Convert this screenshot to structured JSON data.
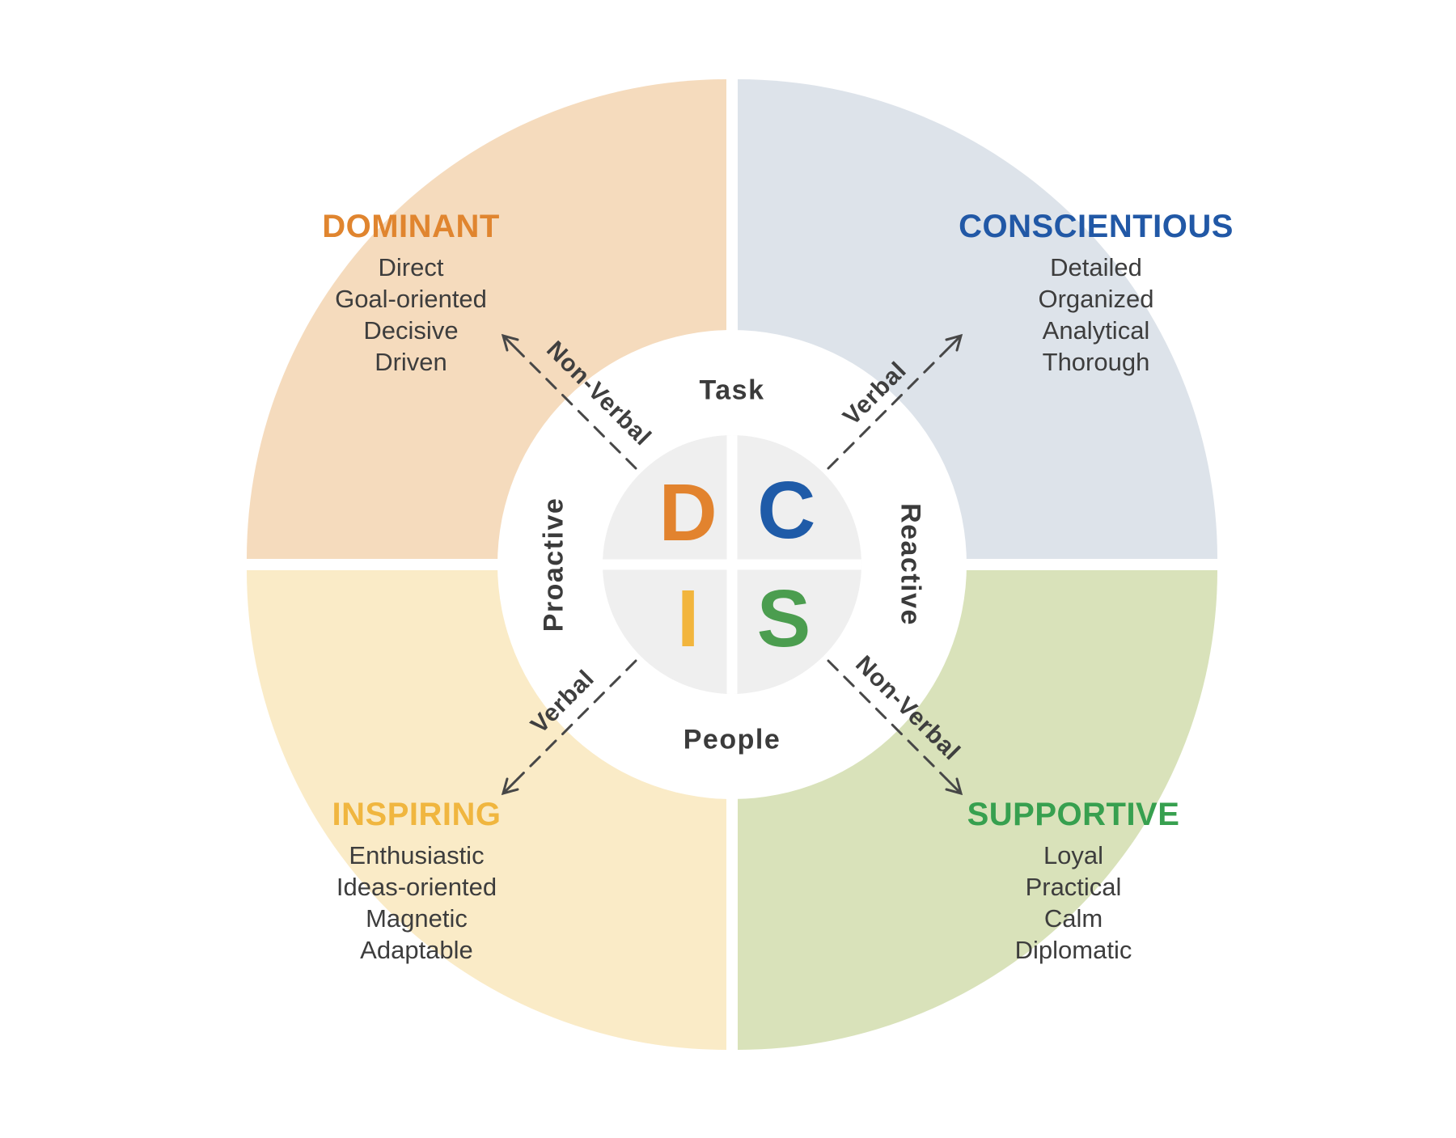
{
  "diagram": {
    "name": "DISC model wheel",
    "axis": {
      "top": "Task",
      "bottom": "People",
      "left": "Proactive",
      "right": "Reactive"
    },
    "arrows": [
      {
        "position": "top-left",
        "label": "Non-Verbal"
      },
      {
        "position": "top-right",
        "label": "Verbal"
      },
      {
        "position": "bottom-left",
        "label": "Verbal"
      },
      {
        "position": "bottom-right",
        "label": "Non-Verbal"
      }
    ],
    "quadrants": [
      {
        "position": "top-left",
        "letter": "D",
        "name": "DOMINANT",
        "traits": [
          "Direct",
          "Goal-oriented",
          "Decisive",
          "Driven"
        ],
        "accent": "#E0852F",
        "fill": "#F5DBBD",
        "letter_color": "#E2832E"
      },
      {
        "position": "top-right",
        "letter": "C",
        "name": "CONSCIENTIOUS",
        "traits": [
          "Detailed",
          "Organized",
          "Analytical",
          "Thorough"
        ],
        "accent": "#2158A6",
        "fill": "#DDE3EA",
        "letter_color": "#1F5BA8"
      },
      {
        "position": "bottom-left",
        "letter": "I",
        "name": "INSPIRING",
        "traits": [
          "Enthusiastic",
          "Ideas-oriented",
          "Magnetic",
          "Adaptable"
        ],
        "accent": "#F0B63F",
        "fill": "#FAEBC7",
        "letter_color": "#F2B53D"
      },
      {
        "position": "bottom-right",
        "letter": "S",
        "name": "SUPPORTIVE",
        "traits": [
          "Loyal",
          "Practical",
          "Calm",
          "Diplomatic"
        ],
        "accent": "#37A04F",
        "fill": "#D9E2BA",
        "letter_color": "#4B9D4F"
      }
    ],
    "colors": {
      "arrow": "#474747",
      "axis_text": "#3B3B3B",
      "arrow_text": "#3F3F3F",
      "trait_text": "#3D3D3D",
      "inner_circle": "#EFEFEF",
      "ring": "#FFFFFF"
    }
  }
}
